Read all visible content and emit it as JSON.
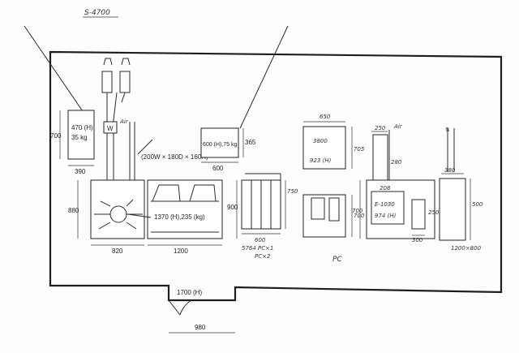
{
  "header": {
    "sheet_id": "S-4700"
  },
  "air_label": "Air",
  "cabinet": {
    "height_label": "470 (H)",
    "weight_label": "35 kg",
    "height_dim": "700",
    "width_dim": "390"
  },
  "junction": {
    "label": "W",
    "duct_label": "(200W × 180D × 160H)"
  },
  "robot": {
    "depth_dim": "880",
    "width_dim": "820"
  },
  "machine": {
    "spec_label": "1370 (H),235 (kg)",
    "width_dim": "1200",
    "depth_dim": "900"
  },
  "unit600": {
    "spec_label": "600 (H),75 kg",
    "height_dim": "365",
    "width_dim": "600"
  },
  "rack": {
    "depth_dim": "750",
    "width_dim": "600",
    "note_1": "5764  PC×1",
    "note_2": "PC×2"
  },
  "pc": {
    "top_dim": "650",
    "model_label": "3800",
    "height_label": "923 (H)",
    "monitor_dim": "705",
    "desk_dim": "700",
    "label": "PC"
  },
  "e1030": {
    "top_dim": "250",
    "column_dim": "280",
    "model_label": "E-1030",
    "height_label": "974 (H)",
    "inner_dim": "208",
    "side_dim": "250",
    "bottom_dim": "300",
    "depth_dim": "700"
  },
  "tank": {
    "arrows": "⇅",
    "top_dim": "380",
    "height_dim": "500",
    "size_label": "1200×800"
  },
  "door": {
    "height_label": "1700 (H)",
    "width_dim": "980"
  }
}
